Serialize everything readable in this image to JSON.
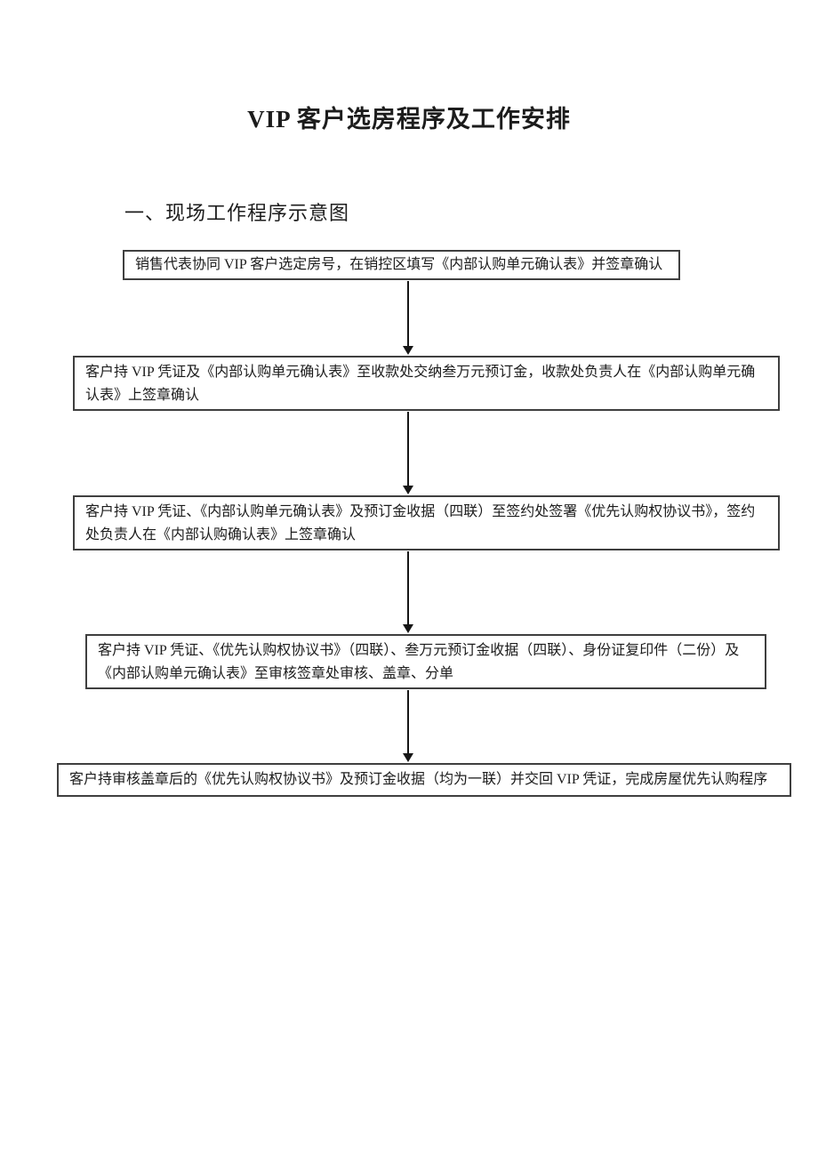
{
  "doc": {
    "title": "VIP 客户选房程序及工作安排",
    "section_heading": "一、现场工作程序示意图"
  },
  "flowchart": {
    "steps": [
      {
        "text": "销售代表协同 VIP 客户选定房号，在销控区填写《内部认购单元确认表》并签章确认"
      },
      {
        "text": "客户持 VIP 凭证及《内部认购单元确认表》至收款处交纳叁万元预订金，收款处负责人在《内部认购单元确认表》上签章确认"
      },
      {
        "text": "客户持 VIP 凭证、《内部认购单元确认表》及预订金收据（四联）至签约处签署《优先认购权协议书》，签约处负责人在《内部认购确认表》上签章确认"
      },
      {
        "text": "客户持 VIP 凭证、《优先认购权协议书》（四联）、叁万元预订金收据（四联）、身份证复印件（二份）及《内部认购单元确认表》至审核签章处审核、盖章、分单"
      },
      {
        "text": "客户持审核盖章后的《优先认购权协议书》及预订金收据（均为一联）并交回 VIP 凭证，完成房屋优先认购程序"
      }
    ]
  }
}
